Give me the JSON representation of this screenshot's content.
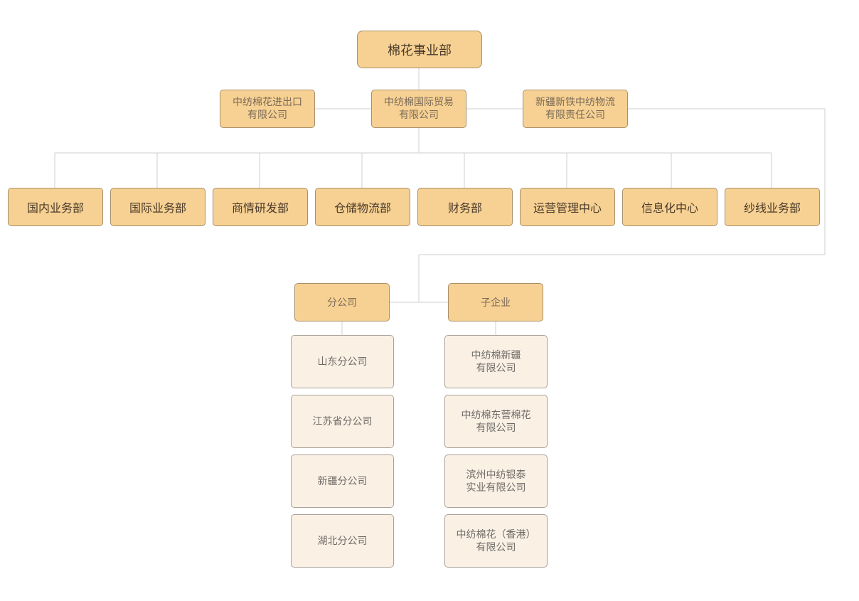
{
  "root": "棉花事业部",
  "companies": [
    "中纺棉花进出口\n有限公司",
    "中纺棉国际贸易\n有限公司",
    "新疆新铁中纺物流\n有限责任公司"
  ],
  "departments": [
    "国内业务部",
    "国际业务部",
    "商情研发部",
    "仓储物流部",
    "财务部",
    "运营管理中心",
    "信息化中心",
    "纱线业务部"
  ],
  "branch_group": "分公司",
  "subsidiary_group": "子企业",
  "branches": [
    "山东分公司",
    "江苏省分公司",
    "新疆分公司",
    "湖北分公司"
  ],
  "subsidiaries": [
    "中纺棉新疆\n有限公司",
    "中纺棉东营棉花\n有限公司",
    "滨州中纺银泰\n实业有限公司",
    "中纺棉花（香港）\n有限公司"
  ],
  "colors": {
    "box_fill": "#f7d193",
    "box_border": "#a8906a",
    "leaf_fill": "#faf0e4",
    "leaf_border": "#a9a29a",
    "connector": "#cfcfcf"
  }
}
